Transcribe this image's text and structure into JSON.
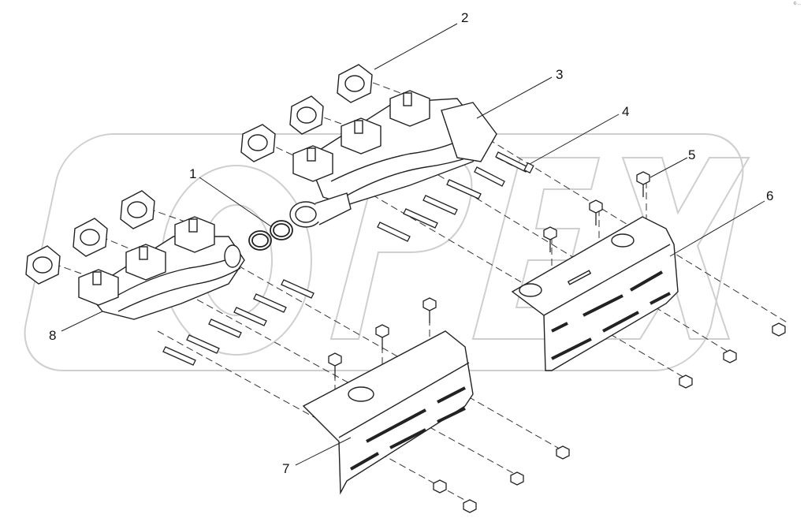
{
  "diagram": {
    "kind": "exploded-parts-view",
    "watermark_logo": "OPEX",
    "corner_tag": "© ...",
    "callouts": [
      {
        "id": "1",
        "label": "1"
      },
      {
        "id": "2",
        "label": "2"
      },
      {
        "id": "3",
        "label": "3"
      },
      {
        "id": "4",
        "label": "4"
      },
      {
        "id": "5",
        "label": "5"
      },
      {
        "id": "6",
        "label": "6"
      },
      {
        "id": "7",
        "label": "7"
      },
      {
        "id": "8",
        "label": "8"
      }
    ],
    "colors": {
      "line": "#222222",
      "dash": "#333333",
      "watermark": "#c8c8c8"
    }
  }
}
